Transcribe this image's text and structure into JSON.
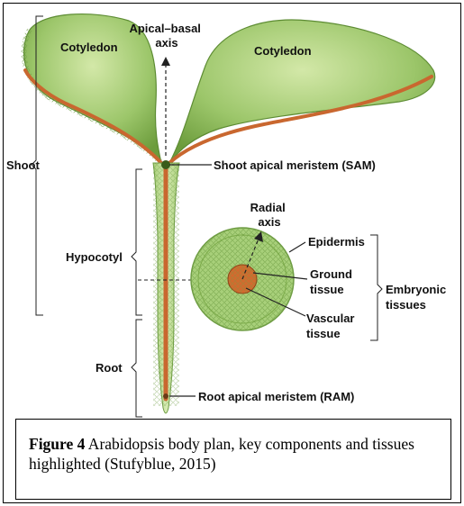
{
  "labels": {
    "apical_basal_axis_line1": "Apical–basal",
    "apical_basal_axis_line2": "axis",
    "cotyledon_left": "Cotyledon",
    "cotyledon_right": "Cotyledon",
    "shoot": "Shoot",
    "sam": "Shoot apical meristem (SAM)",
    "hypocotyl": "Hypocotyl",
    "radial_axis_line1": "Radial",
    "radial_axis_line2": "axis",
    "epidermis": "Epidermis",
    "ground_tissue_line1": "Ground",
    "ground_tissue_line2": "tissue",
    "vascular_tissue_line1": "Vascular",
    "vascular_tissue_line2": "tissue",
    "embryonic_tissues_line1": "Embryonic",
    "embryonic_tissues_line2": "tissues",
    "root": "Root",
    "ram": "Root apical meristem (RAM)"
  },
  "caption": {
    "figure_label": "Figure 4",
    "text": " Arabidopsis body plan, key components and tissues highlighted (Stufyblue, 2015)"
  },
  "colors": {
    "leaf_green": "#7cb24a",
    "leaf_light": "#c8e29a",
    "vascular_orange": "#c9672f",
    "cross_section_green": "#b7d98a"
  }
}
